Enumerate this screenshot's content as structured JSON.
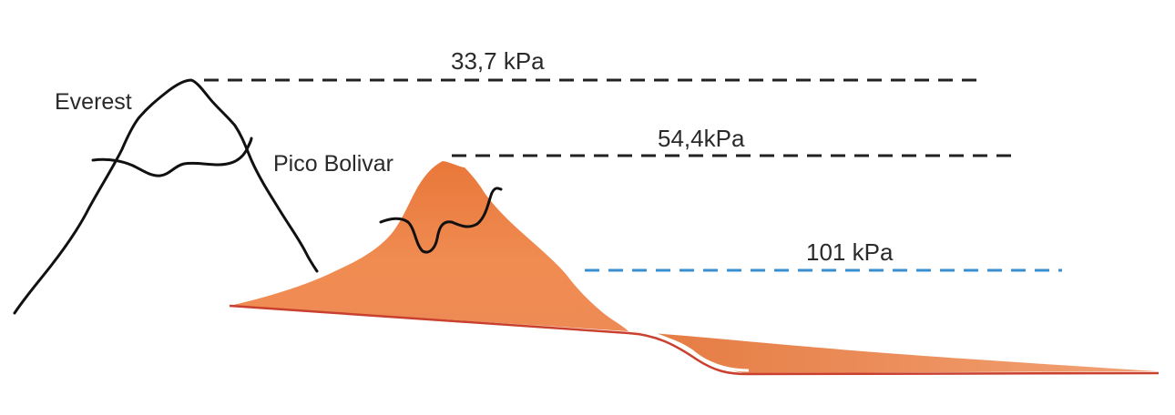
{
  "labels": {
    "everest": "Everest",
    "pico_bolivar": "Pico Bolivar",
    "pressure_everest": "33,7 kPa",
    "pressure_pico": "54,4kPa",
    "pressure_sea_level": "101 kPa"
  },
  "colors": {
    "background": "#ffffff",
    "mountain_fill": "#ef8a4f",
    "mountain_fill_dark": "#d9692f",
    "ground_line": "#c9402f",
    "outline": "#111111",
    "dashed_dark": "#222222",
    "dashed_blue": "#3a8fd0",
    "text": "#2a2a2a"
  }
}
